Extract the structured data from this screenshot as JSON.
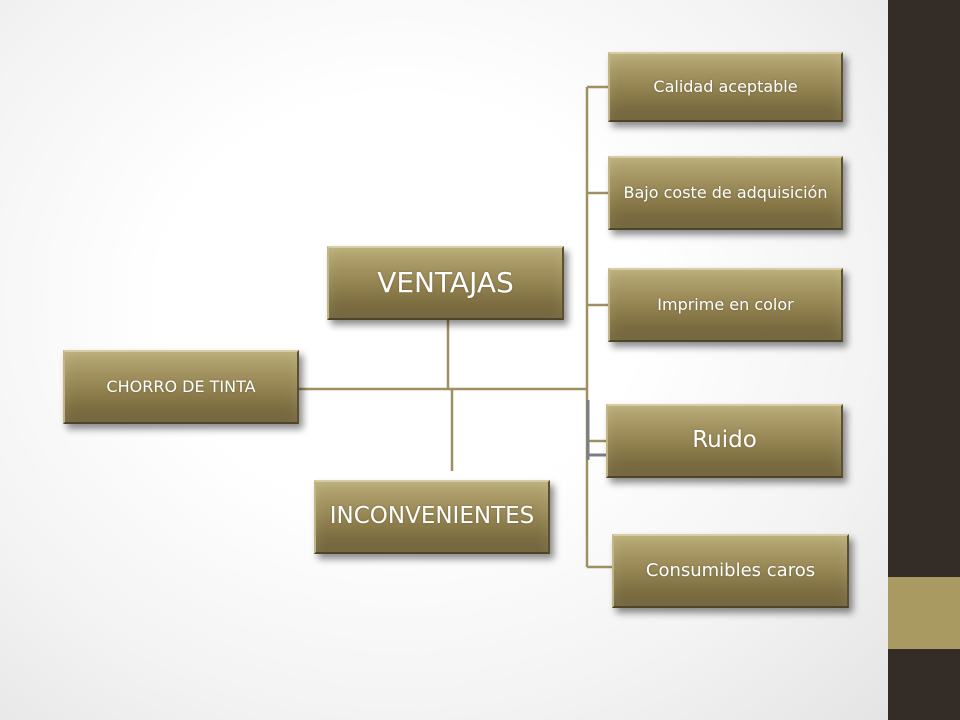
{
  "diagram": {
    "root": "CHORRO DE TINTA",
    "branches": [
      {
        "label": "VENTAJAS",
        "items": [
          "Calidad aceptable",
          "Bajo coste de adquisición",
          "Imprime en color"
        ]
      },
      {
        "label": "INCONVENIENTES",
        "items": [
          "Ruido",
          "Consumibles caros"
        ]
      }
    ]
  },
  "colors": {
    "node_fill": "#a39360",
    "node_border": "#5c5030",
    "connector": "#9e9063",
    "sidebar": "#332c27",
    "sidebar_accent": "#a99a61"
  }
}
